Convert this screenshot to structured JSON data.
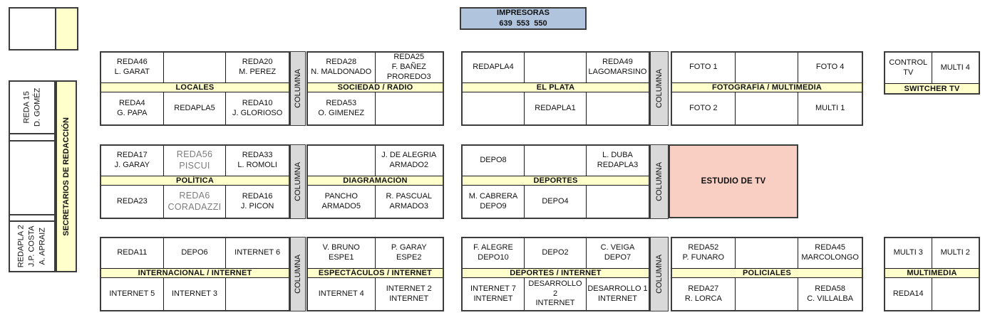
{
  "labels": {
    "columna": "COLUMNA"
  },
  "printers": {
    "title": "IMPRESORAS",
    "numbers": "639  553  550"
  },
  "left_column": {
    "reda15": "REDA 15\nD. GOMÉZ",
    "secretarios": "SECRETARIOS DE REDACCIÓN",
    "redapla2": "REDAPLA 2\nJ.P. COSTA\nA. APRAIZ"
  },
  "estudio": {
    "label": "ESTUDIO DE TV"
  },
  "colors": {
    "band_yellow": "#ffffcc",
    "columna_gray": "#d9d9d9",
    "printers_blue": "#b0c4de",
    "estudio_salmon": "#f8cfc2"
  },
  "groups": [
    {
      "id": "locales",
      "band": "LOCALES",
      "columns": 3,
      "top": [
        "REDA46\nL. GARAT",
        "",
        "REDA20\nM. PEREZ"
      ],
      "bottom": [
        "REDA4\nG. PAPA",
        "REDAPLA5",
        "REDA10\nJ. GLORIOSO"
      ]
    },
    {
      "id": "sociedad",
      "band": "SOCIEDAD / RADIO",
      "columns": 2,
      "top": [
        "REDA28\nN. MALDONADO",
        "REDA25\nF. BAÑEZ\nPROREDO3"
      ],
      "bottom": [
        "REDA53\nO. GIMENEZ",
        ""
      ]
    },
    {
      "id": "elplata",
      "band": "EL PLATA",
      "columns": 3,
      "top": [
        "REDAPLA4",
        "",
        "REDA49\nLAGOMARSINO"
      ],
      "bottom": [
        "",
        "REDAPLA1",
        ""
      ]
    },
    {
      "id": "fotografia",
      "band": "FOTOGRAFÍA / MULTIMEDIA",
      "columns": 3,
      "top": [
        "FOTO 1",
        "",
        "FOTO 4"
      ],
      "bottom": [
        "FOTO 2",
        "",
        "MULTI 1"
      ]
    },
    {
      "id": "switcher",
      "band": "SWITCHER TV",
      "columns": 2,
      "band_position": "bottom",
      "top": [
        "CONTROL TV",
        "MULTI 4"
      ],
      "bottom": null
    },
    {
      "id": "politica",
      "band": "POLÍTICA",
      "columns": 3,
      "top": [
        "REDA17\nJ. GARAY",
        {
          "text": "REDA56\nPISCUI",
          "gray": true
        },
        "REDA33\nL. ROMOLI"
      ],
      "bottom": [
        "REDA23",
        {
          "text": "REDA6\nCORADAZZI",
          "gray": true
        },
        "REDA16\nJ. PICON"
      ]
    },
    {
      "id": "diagramacion",
      "band": "DIAGRAMACIÓN",
      "columns": 2,
      "top": [
        "",
        "J. DE ALEGRIA\nARMADO2"
      ],
      "bottom": [
        "PANCHO\nARMADO5",
        "R. PASCUAL\nARMADO3"
      ]
    },
    {
      "id": "deportes",
      "band": "DEPORTES",
      "columns": 3,
      "top": [
        "DEPO8",
        "",
        "L. DUBA\nREDAPLA3"
      ],
      "bottom": [
        "M. CABRERA\nDEPO9",
        "DEPO4",
        ""
      ]
    },
    {
      "id": "internacional",
      "band": "INTERNACIONAL / INTERNET",
      "columns": 3,
      "top": [
        "REDA11",
        "DEPO6",
        "INTERNET 6"
      ],
      "bottom": [
        "INTERNET 5",
        "INTERNET 3",
        ""
      ]
    },
    {
      "id": "espectaculos",
      "band": "ESPECTÁCULOS / INTERNET",
      "columns": 2,
      "top": [
        "V. BRUNO\nESPE1",
        "P. GARAY\nESPE2"
      ],
      "bottom": [
        "INTERNET 4",
        "INTERNET 2\nINTERNET"
      ]
    },
    {
      "id": "deportes-internet",
      "band": "DEPORTES / INTERNET",
      "columns": 3,
      "top": [
        "F. ALEGRE\nDEPO10",
        "DEPO2",
        "C. VEIGA\nDEPO7"
      ],
      "bottom": [
        "INTERNET 7\nINTERNET",
        "DESARROLLO 2\nINTERNET",
        "DESARROLLO 1\nINTERNET"
      ]
    },
    {
      "id": "policiales",
      "band": "POLICIALES",
      "columns": 3,
      "top": [
        "REDA52\nP. FUNARO",
        "",
        "REDA45\nMARCOLONGO"
      ],
      "bottom": [
        "REDA27\nR. LORCA",
        "",
        "REDA58\nC. VILLALBA"
      ]
    },
    {
      "id": "multimedia",
      "band": "MULTIMEDIA",
      "columns": 2,
      "top": [
        "MULTI 3",
        "MULTI 2"
      ],
      "bottom": [
        "REDA14",
        ""
      ]
    }
  ]
}
